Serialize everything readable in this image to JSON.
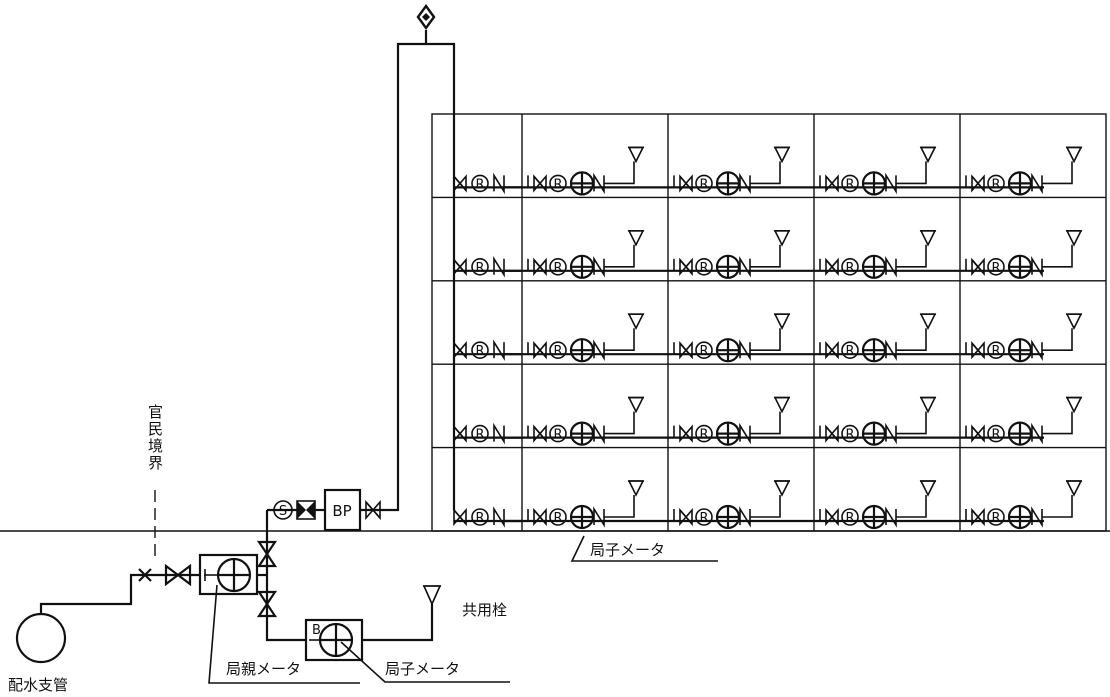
{
  "labels": {
    "boundary": "官民境界",
    "distribution_main": "配水支管",
    "parent_meter": "局親メータ",
    "sub_meter_bottom": "局子メータ",
    "sub_meter_building": "局子メータ",
    "common_tap": "共用栓",
    "booster_pump": "BP",
    "strainer": "S",
    "reducing_valve": "R",
    "bypass_mark": "B"
  },
  "building": {
    "floors": 5,
    "units_per_floor": 4
  }
}
